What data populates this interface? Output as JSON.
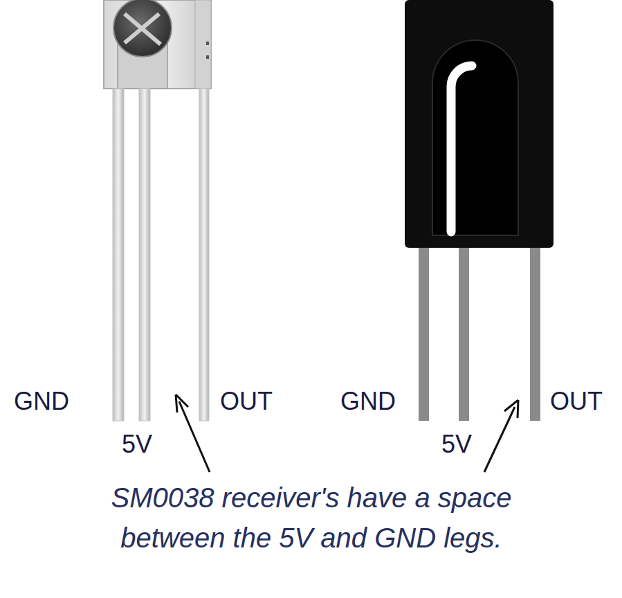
{
  "diagram": {
    "labels": [
      "GND",
      "5V",
      "OUT",
      "GND",
      "5V",
      "OUT",
      "SM0038 receiver's have a space between the 5V and GND legs."
    ]
  }
}
